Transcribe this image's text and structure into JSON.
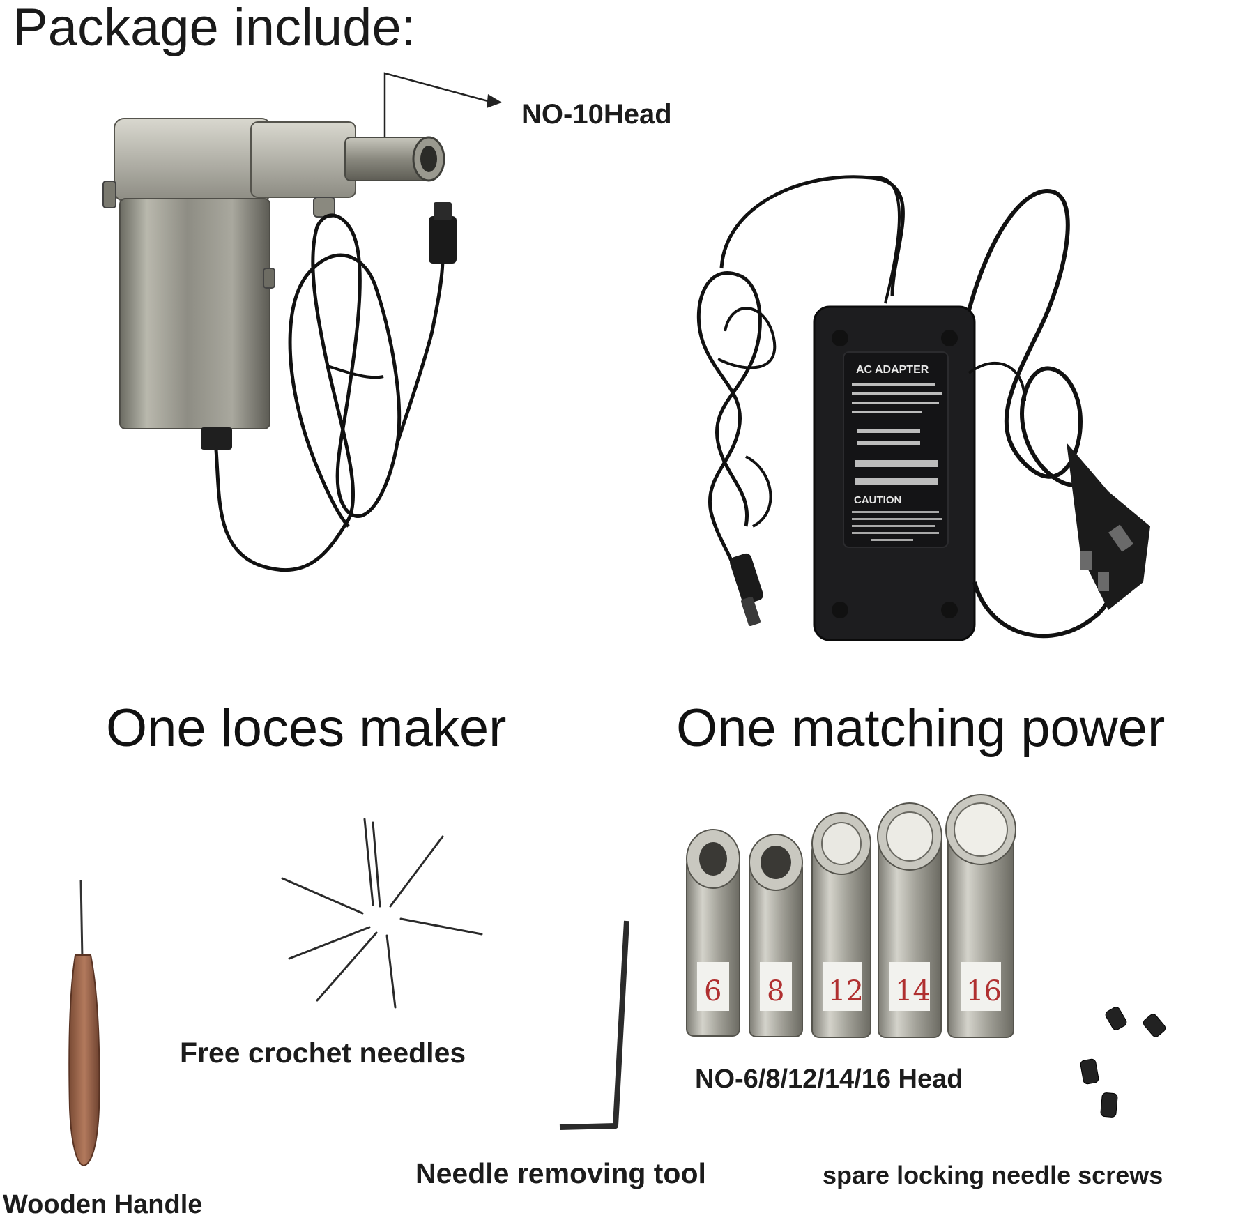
{
  "title": "Package include:",
  "items": {
    "lock_maker": {
      "caption": "One loces maker",
      "callout": "NO-10Head"
    },
    "power": {
      "caption": "One matching power",
      "adapter_label": "AC ADAPTER",
      "adapter_caution": "CAUTION"
    },
    "handle": {
      "caption": "Wooden Handle"
    },
    "needles": {
      "caption": "Free crochet needles"
    },
    "tool": {
      "caption": "Needle removing tool"
    },
    "heads": {
      "caption": "NO-6/8/12/14/16 Head",
      "sizes": [
        "6",
        "8",
        "12",
        "14",
        "16"
      ]
    },
    "screws": {
      "caption": "spare locking needle screws"
    }
  }
}
